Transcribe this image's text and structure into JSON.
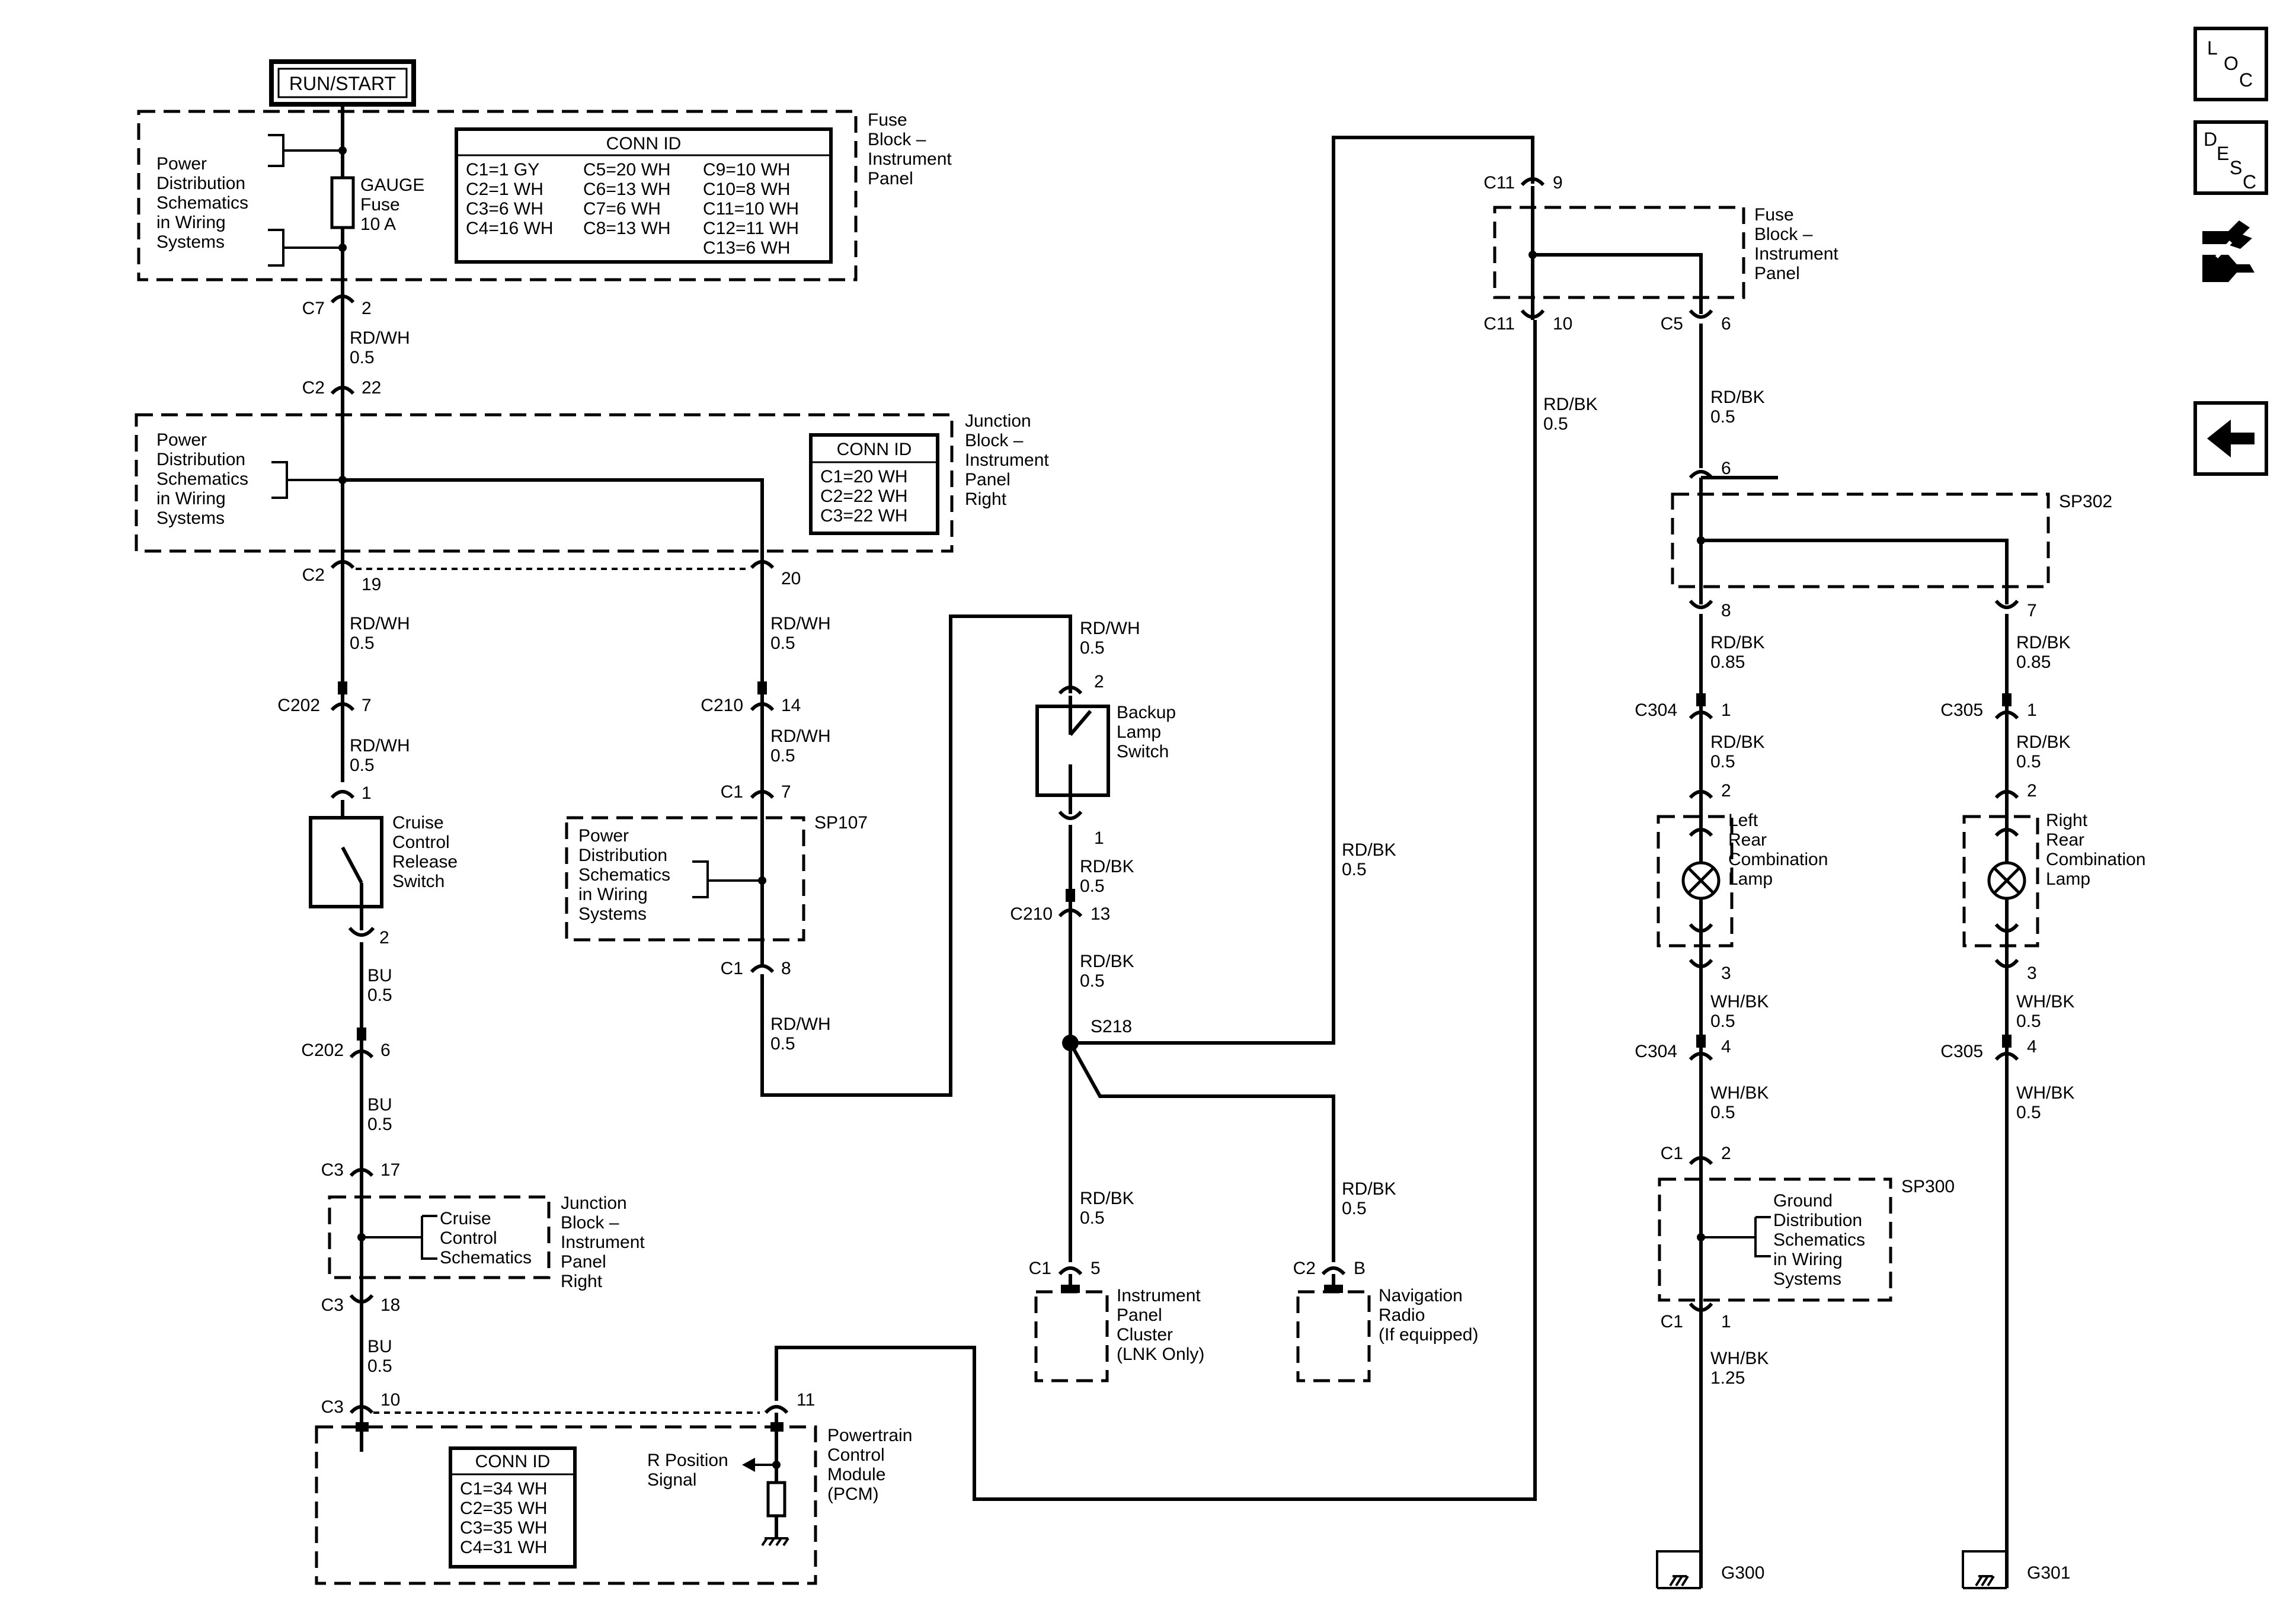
{
  "power": {
    "run_start": "RUN/START"
  },
  "fuse_block_top": {
    "label": [
      "Fuse",
      "Block –",
      "Instrument",
      "Panel"
    ],
    "power_dist": [
      "Power",
      "Distribution",
      "Schematics",
      "in Wiring",
      "Systems"
    ],
    "fuse_label": [
      "GAUGE",
      "Fuse",
      "10 A"
    ],
    "conn_title": "CONN ID",
    "conn_cols": [
      [
        "C1=1 GY",
        "C2=1 WH",
        "C3=6 WH",
        "C4=16 WH"
      ],
      [
        "C5=20 WH",
        "C6=13 WH",
        "C7=6 WH",
        "C8=13 WH"
      ],
      [
        "C9=10 WH",
        "C10=8 WH",
        "C11=10 WH",
        "C12=11 WH",
        "C13=6 WH"
      ]
    ]
  },
  "junction_block_a": {
    "label": [
      "Junction",
      "Block –",
      "Instrument",
      "Panel",
      "Right"
    ],
    "power_dist": [
      "Power",
      "Distribution",
      "Schematics",
      "in Wiring",
      "Systems"
    ],
    "conn_title": "CONN ID",
    "conn_rows": [
      "C1=20 WH",
      "C2=22 WH",
      "C3=22 WH"
    ]
  },
  "connectors": {
    "c7_2": [
      "C7",
      "2"
    ],
    "c2_22": [
      "C2",
      "22"
    ],
    "c2_19": [
      "C2",
      "19"
    ],
    "pin_20": "20",
    "c202_7": [
      "C202",
      "7"
    ],
    "c210_14": [
      "C210",
      "14"
    ],
    "cruise_1": "1",
    "c1_7": [
      "C1",
      "7"
    ],
    "cruise_2": "2",
    "c1_8": [
      "C1",
      "8"
    ],
    "c202_6": [
      "C202",
      "6"
    ],
    "c3_17": [
      "C3",
      "17"
    ],
    "c3_18": [
      "C3",
      "18"
    ],
    "c3_10": [
      "C3",
      "10"
    ],
    "pin_11": "11",
    "backup_2": "2",
    "backup_1": "1",
    "c210_13": [
      "C210",
      "13"
    ],
    "c1_5": [
      "C1",
      "5"
    ],
    "c2_b": [
      "C2",
      "B"
    ],
    "c11_9": [
      "C11",
      "9"
    ],
    "c11_10": [
      "C11",
      "10"
    ],
    "c5_6": [
      "C5",
      "6"
    ],
    "sp_6": "6",
    "sp_8": "8",
    "sp_7": "7",
    "c304_1": [
      "C304",
      "1"
    ],
    "c305_1": [
      "C305",
      "1"
    ],
    "lamp_l_2": "2",
    "lamp_r_2": "2",
    "lamp_l_3": "3",
    "lamp_r_3": "3",
    "c304_4": [
      "C304",
      "4"
    ],
    "c305_4": [
      "C305",
      "4"
    ],
    "c1_2": [
      "C1",
      "2"
    ],
    "c1_1": [
      "C1",
      "1"
    ]
  },
  "wires": {
    "w1": [
      "RD/WH",
      "0.5"
    ],
    "w2": [
      "RD/WH",
      "0.5"
    ],
    "w3": [
      "RD/WH",
      "0.5"
    ],
    "w4": [
      "RD/WH",
      "0.5"
    ],
    "w5": [
      "RD/WH",
      "0.5"
    ],
    "w6": [
      "RD/WH",
      "0.5"
    ],
    "w7": [
      "RD/WH",
      "0.5"
    ],
    "w8": [
      "BU",
      "0.5"
    ],
    "w9": [
      "BU",
      "0.5"
    ],
    "w10": [
      "BU",
      "0.5"
    ],
    "w11": [
      "RD/BK",
      "0.5"
    ],
    "w12": [
      "RD/BK",
      "0.5"
    ],
    "w13": [
      "RD/BK",
      "0.5"
    ],
    "w14": [
      "RD/BK",
      "0.5"
    ],
    "w15": [
      "RD/BK",
      "0.5"
    ],
    "w16": [
      "RD/BK",
      "0.5"
    ],
    "w17": [
      "RD/BK",
      "0.5"
    ],
    "w18": [
      "RD/BK",
      "0.85"
    ],
    "w19": [
      "RD/BK",
      "0.85"
    ],
    "w20": [
      "RD/BK",
      "0.5"
    ],
    "w21": [
      "RD/BK",
      "0.5"
    ],
    "w22": [
      "WH/BK",
      "0.5"
    ],
    "w23": [
      "WH/BK",
      "0.5"
    ],
    "w24": [
      "WH/BK",
      "0.5"
    ],
    "w25": [
      "WH/BK",
      "0.5"
    ],
    "w26": [
      "WH/BK",
      "1.25"
    ]
  },
  "components": {
    "cruise_switch": [
      "Cruise",
      "Control",
      "Release",
      "Switch"
    ],
    "sp107": "SP107",
    "sp107_power": [
      "Power",
      "Distribution",
      "Schematics",
      "in Wiring",
      "Systems"
    ],
    "junction_block_b": [
      "Junction",
      "Block –",
      "Instrument",
      "Panel",
      "Right"
    ],
    "cruise_schem": [
      "Cruise",
      "Control",
      "Schematics"
    ],
    "pcm": [
      "Powertrain",
      "Control",
      "Module",
      "(PCM)"
    ],
    "pcm_conn_title": "CONN ID",
    "pcm_conn_rows": [
      "C1=34 WH",
      "C2=35 WH",
      "C3=35 WH",
      "C4=31 WH"
    ],
    "r_position": [
      "R Position",
      "Signal"
    ],
    "backup_switch": [
      "Backup",
      "Lamp",
      "Switch"
    ],
    "s218": "S218",
    "ipc": [
      "Instrument",
      "Panel",
      "Cluster",
      "(LNK Only)"
    ],
    "nav": [
      "Navigation",
      "Radio",
      "(If equipped)"
    ],
    "fuse_block_right": [
      "Fuse",
      "Block –",
      "Instrument",
      "Panel"
    ],
    "sp302": "SP302",
    "left_lamp": [
      "Left",
      "Rear",
      "Combination",
      "Lamp"
    ],
    "right_lamp": [
      "Right",
      "Rear",
      "Combination",
      "Lamp"
    ],
    "sp300": "SP300",
    "ground_dist": [
      "Ground",
      "Distribution",
      "Schematics",
      "in Wiring",
      "Systems"
    ],
    "g300": "G300",
    "g301": "G301"
  },
  "nav_buttons": {
    "loc": [
      "L",
      "O",
      "C"
    ],
    "desc": [
      "D",
      "E",
      "S",
      "C"
    ]
  }
}
